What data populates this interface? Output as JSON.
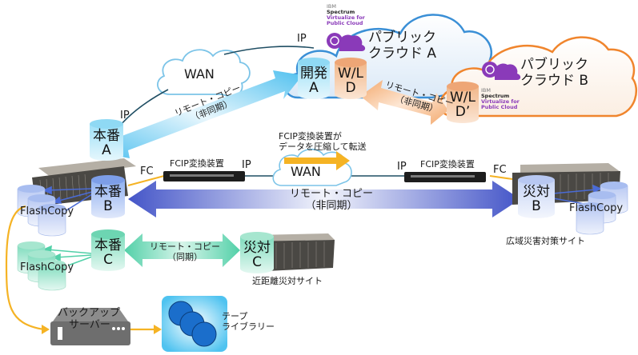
{
  "colors": {
    "cloud_a_border": "#3a8fd6",
    "cloud_b_border": "#f0852d",
    "wan_cloud_border": "#7cc4e8",
    "async_arrow_light_blue": "#5cc4ef",
    "async_arrow_dark_blue": "#4455c8",
    "sync_arrow_green": "#52d0a8",
    "orange_arrow": "#f3a86c",
    "fc_line": "#f5b324",
    "ip_line": "#1f4e63",
    "ibm_purple": "#8a3ab9",
    "tape_blue": "#1b6ecb"
  },
  "ibm_badge": {
    "line1": "IBM",
    "line2": "Spectrum",
    "line3": "Virtualize for",
    "line4": "Public Cloud"
  },
  "clouds": {
    "public_a": {
      "line1": "パブリック",
      "line2": "クラウド A"
    },
    "public_b": {
      "line1": "パブリック",
      "line2": "クラウド B"
    },
    "wan_top": "WAN",
    "wan_mid": "WAN"
  },
  "volumes": {
    "kaihatsu_a": {
      "line1": "開発",
      "line2": "A"
    },
    "wl_d": {
      "line1": "W/L",
      "line2": "D"
    },
    "wl_d_prime": {
      "line1": "W/L",
      "line2": "D’"
    },
    "honban_a": {
      "line1": "本番",
      "line2": "A"
    },
    "honban_b": {
      "line1": "本番",
      "line2": "B"
    },
    "honban_c": {
      "line1": "本番",
      "line2": "C"
    },
    "saitai_b": {
      "line1": "災対",
      "line2": "B"
    },
    "saitai_c": {
      "line1": "災対",
      "line2": "C"
    }
  },
  "links": {
    "ip_top_right": "IP",
    "ip_top_left": "IP",
    "ip_mid_left": "IP",
    "ip_mid_right": "IP",
    "fc_left": "FC",
    "fc_right": "FC"
  },
  "arrows": {
    "async_a": {
      "line1": "リモート・コピー",
      "line2": "（非同期）"
    },
    "async_d": {
      "line1": "リモート・コピー",
      "line2": "（非同期）"
    },
    "async_b": {
      "line1": "リモート・コピー",
      "line2": "（非同期）"
    },
    "sync_c": {
      "line1": "リモート・コピー",
      "line2": "（同期）"
    }
  },
  "devices": {
    "fcip_left": "FCIP変換装置",
    "fcip_right": "FCIP変換装置",
    "fcip_note_line1": "FCIP変換装置が",
    "fcip_note_line2": "データを圧縮して転送",
    "backup_server_line1": "バックアップ",
    "backup_server_line2": "サーバー",
    "tape_line1": "テープ",
    "tape_line2": "ライブラリー"
  },
  "flashcopy": {
    "left_b": "FlashCopy",
    "left_c": "FlashCopy",
    "right_b": "FlashCopy"
  },
  "sites": {
    "remote_dr": "広域災害対策サイト",
    "near_dr": "近距離災対サイト"
  }
}
